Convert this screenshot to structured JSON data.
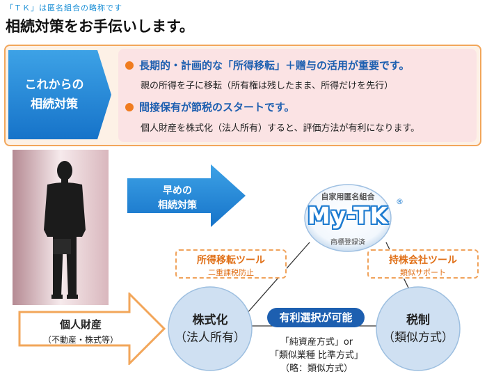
{
  "header": {
    "note": "「ＴＫ」は匿名組合の略称です",
    "title": "相続対策をお手伝いします。"
  },
  "panel": {
    "label_line1": "これからの",
    "label_line2": "相続対策",
    "bullets": [
      {
        "head": "長期的・計画的な「所得移転」＋贈与の活用が重要です。",
        "sub": "親の所得を子に移転（所有権は残したまま、所得だけを先行）"
      },
      {
        "head": "間接保有が節税のスタートです。",
        "sub": "個人財産を株式化（法人所有）すると、評価方法が有利になります。"
      }
    ]
  },
  "diagram": {
    "arrow_top_line1": "早めの",
    "arrow_top_line2": "相続対策",
    "arrow_bottom_line1": "個人財産",
    "arrow_bottom_line2": "（不動産・株式等）",
    "logo_top": "自家用匿名組合",
    "logo_main": "My-TK",
    "logo_reg": "®",
    "logo_sub": "商標登録済",
    "tool_left_head": "所得移転ツール",
    "tool_left_sub": "二重課税防止",
    "tool_right_head": "持株会社ツール",
    "tool_right_sub": "類似サポート",
    "circle_left_line1": "株式化",
    "circle_left_line2": "（法人所有）",
    "circle_right_line1": "税制",
    "circle_right_line2": "（類似方式）",
    "pill": "有利選択が可能",
    "method_line1": "「純資産方式」or",
    "method_line2": "「類似業種 比準方式」",
    "method_line3": "（略：類似方式）"
  },
  "colors": {
    "accent_blue": "#1d7bd0",
    "orange": "#f07c1f",
    "circle_fill": "#cfe0f2"
  }
}
